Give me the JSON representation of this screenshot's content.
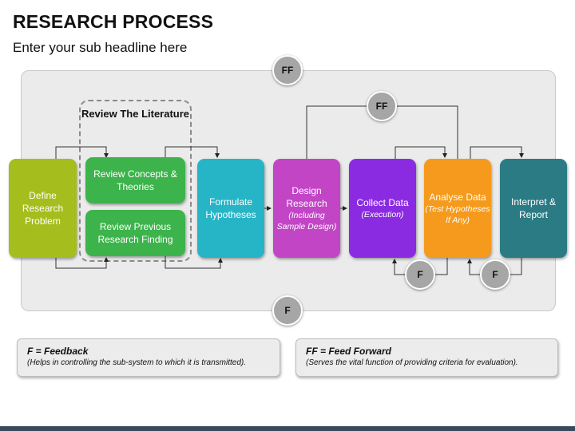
{
  "header": {
    "title": "RESEARCH PROCESS",
    "subtitle": "Enter your sub headline here"
  },
  "literature": {
    "title": "Review The Literature"
  },
  "steps": {
    "define": {
      "label": "Define Research Problem",
      "color": "#a5be1d"
    },
    "concepts": {
      "label": "Review Concepts & Theories",
      "color": "#3cb44b"
    },
    "previous": {
      "label": "Review Previous Research Finding",
      "color": "#3cb44b"
    },
    "hypotheses": {
      "label": "Formulate Hypotheses",
      "color": "#26b5c7"
    },
    "design": {
      "label": "Design Research",
      "note": "(Including Sample Design)",
      "color": "#c245c6"
    },
    "collect": {
      "label": "Collect Data",
      "note": "(Execution)",
      "color": "#8a2be2"
    },
    "analyse": {
      "label": "Analyse Data",
      "note": "(Test Hypotheses If Any)",
      "color": "#f59a1c"
    },
    "interpret": {
      "label": "Interpret & Report",
      "color": "#2a7b84"
    }
  },
  "markers": {
    "ff_top": "FF",
    "ff_mid": "FF",
    "f_bottom": "F",
    "f_collect": "F",
    "f_analyse": "F"
  },
  "legend": {
    "feedback": {
      "title": "F = Feedback",
      "desc": "(Helps in controlling the sub-system to which it is transmitted)."
    },
    "feedforward": {
      "title": "FF = Feed Forward",
      "desc": "(Serves the vital function of providing criteria for evaluation)."
    }
  }
}
